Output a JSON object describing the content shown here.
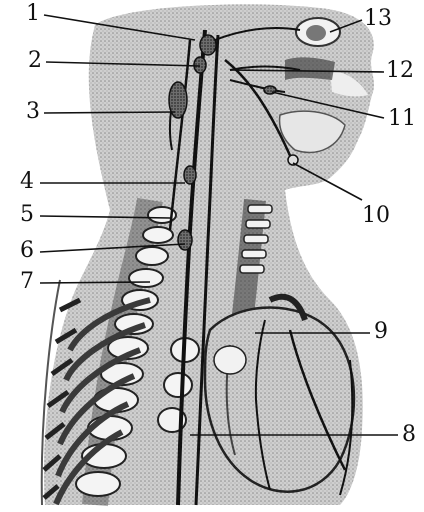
{
  "labels": {
    "l1": "1",
    "l2": "2",
    "l3": "3",
    "l4": "4",
    "l5": "5",
    "l6": "6",
    "l7": "7",
    "l8": "8",
    "l9": "9",
    "l10": "10",
    "l11": "11",
    "l12": "12",
    "l13": "13"
  },
  "colors": {
    "background": "#ffffff",
    "ink": "#111111",
    "shade_light": "#d6d6d6",
    "shade_mid": "#9a9a9a",
    "shade_dark": "#3a3a3a"
  }
}
